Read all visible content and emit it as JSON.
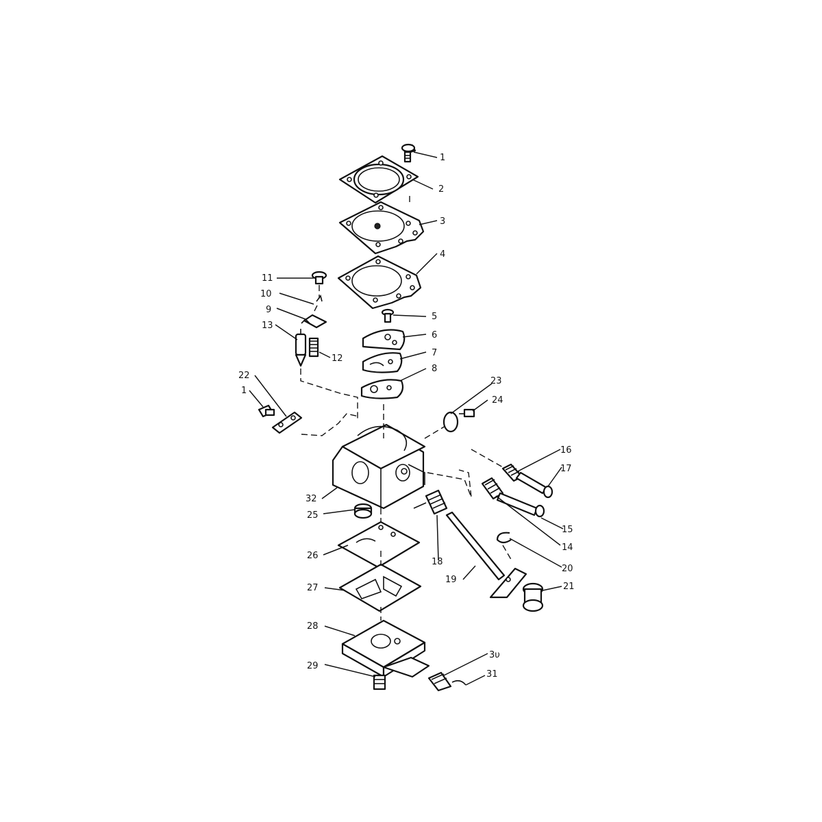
{
  "diagram": {
    "callouts": [
      {
        "id": "c1a",
        "label": "1"
      },
      {
        "id": "c2",
        "label": "2"
      },
      {
        "id": "c3",
        "label": "3"
      },
      {
        "id": "c4",
        "label": "4"
      },
      {
        "id": "c5",
        "label": "5"
      },
      {
        "id": "c6",
        "label": "6"
      },
      {
        "id": "c7",
        "label": "7"
      },
      {
        "id": "c8",
        "label": "8"
      },
      {
        "id": "c9",
        "label": "9"
      },
      {
        "id": "c10",
        "label": "10"
      },
      {
        "id": "c11",
        "label": "11"
      },
      {
        "id": "c12",
        "label": "12"
      },
      {
        "id": "c13",
        "label": "13"
      },
      {
        "id": "c22",
        "label": "22"
      },
      {
        "id": "c1b",
        "label": "1"
      },
      {
        "id": "c23",
        "label": "23"
      },
      {
        "id": "c24",
        "label": "24"
      },
      {
        "id": "c16",
        "label": "16"
      },
      {
        "id": "c17",
        "label": "17"
      },
      {
        "id": "c32",
        "label": "32"
      },
      {
        "id": "c15",
        "label": "15"
      },
      {
        "id": "c25",
        "label": "25"
      },
      {
        "id": "c14",
        "label": "14"
      },
      {
        "id": "c26",
        "label": "26"
      },
      {
        "id": "c18",
        "label": "18"
      },
      {
        "id": "c20",
        "label": "20"
      },
      {
        "id": "c19",
        "label": "19"
      },
      {
        "id": "c21",
        "label": "21"
      },
      {
        "id": "c27",
        "label": "27"
      },
      {
        "id": "c28",
        "label": "28"
      },
      {
        "id": "c29",
        "label": "29"
      },
      {
        "id": "c30",
        "label": "3υ"
      },
      {
        "id": "c31",
        "label": "31"
      }
    ]
  }
}
